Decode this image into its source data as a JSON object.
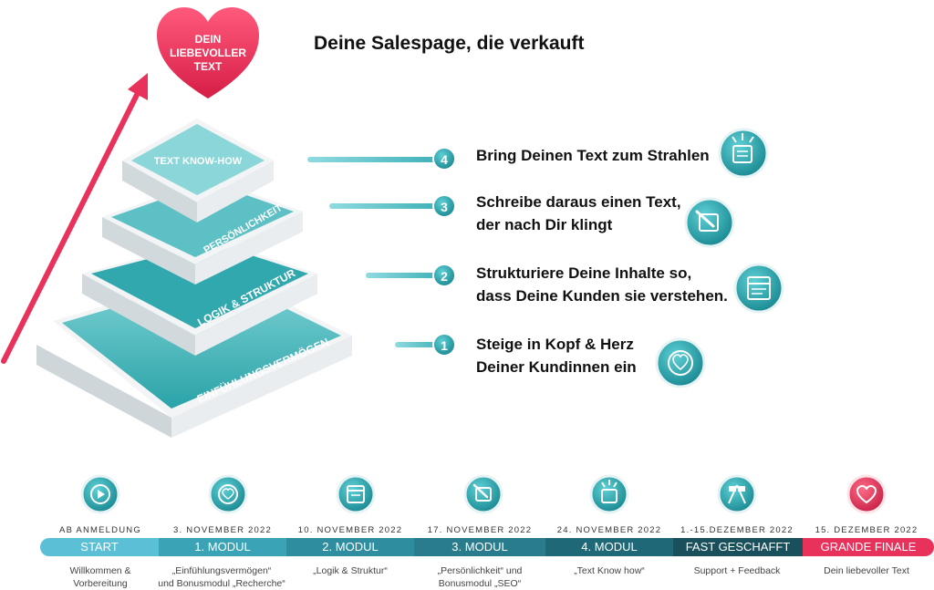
{
  "title": "Deine Salespage, die verkauft",
  "heart_text": [
    "DEIN",
    "LIEBEVOLLER",
    "TEXT"
  ],
  "pyramid_layers": [
    {
      "label": "TEXT KNOW-HOW"
    },
    {
      "label": "PERSÖNLICHKEIT"
    },
    {
      "label": "LOGIK & STRUKTUR"
    },
    {
      "label": "EINFÜHLUNGSVERMÖGEN"
    }
  ],
  "steps": [
    {
      "number": "4",
      "lines": [
        "Bring Deinen Text zum Strahlen"
      ],
      "icon": "sparkling-document-icon"
    },
    {
      "number": "3",
      "lines": [
        "Schreibe daraus einen Text,",
        "der nach Dir klingt"
      ],
      "icon": "pen-on-paper-icon"
    },
    {
      "number": "2",
      "lines": [
        "Strukturiere Deine Inhalte so,",
        "dass Deine Kunden sie verstehen."
      ],
      "icon": "structured-list-icon"
    },
    {
      "number": "1",
      "lines": [
        "Steige in Kopf & Herz",
        "Deiner Kundinnen ein"
      ],
      "icon": "brain-heart-icon"
    }
  ],
  "timeline": [
    {
      "date": "AB ANMELDUNG",
      "label": "START",
      "desc": [
        "Willkommen &",
        "Vorbereitung"
      ],
      "color": "#5bc0d6",
      "icon": "play-icon"
    },
    {
      "date": "3. NOVEMBER 2022",
      "label": "1. MODUL",
      "desc": [
        "„Einfühlungsvermögen“",
        "und Bonusmodul „Recherche“"
      ],
      "color": "#3aa3b5",
      "icon": "brain-heart-icon"
    },
    {
      "date": "10. NOVEMBER 2022",
      "label": "2. MODUL",
      "desc": [
        "„Logik & Struktur“"
      ],
      "color": "#2e8e9f",
      "icon": "structured-list-icon"
    },
    {
      "date": "17. NOVEMBER 2022",
      "label": "3. MODUL",
      "desc": [
        "„Persönlichkeit“ und",
        "Bonusmodul „SEO“"
      ],
      "color": "#287c8c",
      "icon": "pen-on-paper-icon"
    },
    {
      "date": "24. NOVEMBER 2022",
      "label": "4. MODUL",
      "desc": [
        "„Text Know how“"
      ],
      "color": "#1f6877",
      "icon": "sparkling-document-icon"
    },
    {
      "date": "1.-15.DEZEMBER 2022",
      "label": "FAST GESCHAFFT",
      "desc": [
        "Support + Feedback"
      ],
      "color": "#19505c",
      "icon": "finish-flags-icon"
    },
    {
      "date": "15. DEZEMBER 2022",
      "label": "GRANDE FINALE",
      "desc": [
        "Dein liebevoller Text"
      ],
      "color": "#e8315b",
      "icon": "heart-icon"
    }
  ],
  "colors": {
    "teal": "#3fb3bd",
    "teal_dark": "#1b8c94",
    "red": "#e8315b",
    "text": "#111111"
  }
}
